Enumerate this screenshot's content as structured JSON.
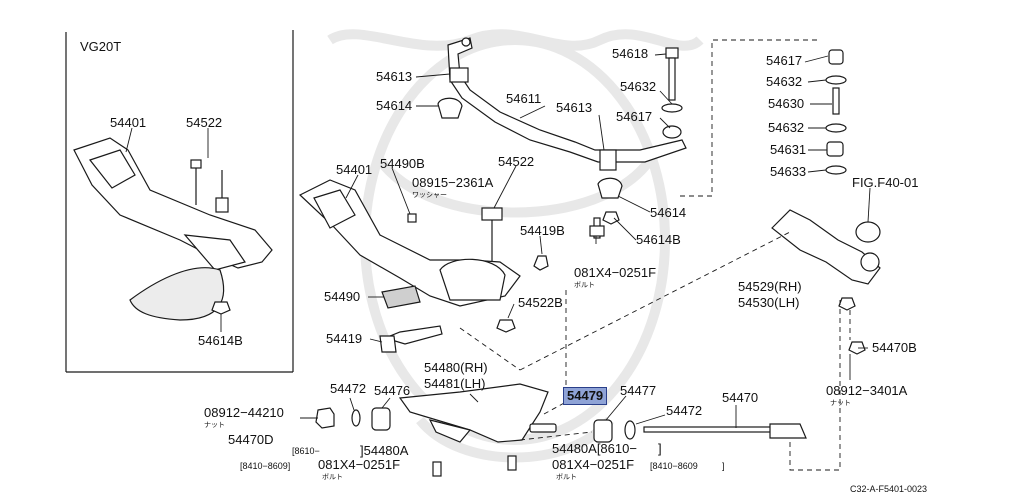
{
  "inset": {
    "title": "VG20T",
    "labels": [
      "54401",
      "54522",
      "54614B"
    ]
  },
  "parts": {
    "p54613_a": "54613",
    "p54614_a": "54614",
    "p54611": "54611",
    "p54613_b": "54613",
    "p54618": "54618",
    "p54632_a": "54632",
    "p54617_a": "54617",
    "p54617_b": "54617",
    "p54632_b": "54632",
    "p54630": "54630",
    "p54632_c": "54632",
    "p54631": "54631",
    "p54633": "54633",
    "fig_ref": "FIG.F40-01",
    "p54401": "54401",
    "p54490B": "54490B",
    "p08915": "08915−2361A",
    "p08915_sub": "ワッシャー",
    "p54522": "54522",
    "p54614_b": "54614",
    "p54614B": "54614B",
    "p54419B": "54419B",
    "p081X4_a": "081X4−0251F",
    "p081X4_a_sub": "ボルト",
    "p54529": "54529(RH)",
    "p54530": "54530(LH)",
    "p54490": "54490",
    "p54522B": "54522B",
    "p54419": "54419",
    "p54470B": "54470B",
    "p08912_a": "08912−3401A",
    "p08912_a_sub": "ナット",
    "p54480": "54480(RH)",
    "p54481": "54481(LH)",
    "p54472_a": "54472",
    "p54476": "54476",
    "p54479": "54479",
    "p54477": "54477",
    "p54472_b": "54472",
    "p54470": "54470",
    "p08912_b": "08912−44210",
    "p08912_b_sub": "ナット",
    "p54470D": "54470D",
    "p8610_a": "[8610−",
    "p54480A_a": "]54480A",
    "p8410_a": "[8410−8609]",
    "p081X4_b": "081X4−0251F",
    "p081X4_b_sub": "ボルト",
    "p54480A_b": "54480A[8610−",
    "p54480A_b_end": "]",
    "p081X4_c": "081X4−0251F",
    "p8410_c": "[8410−8609",
    "p8410_c_end": "]",
    "p081X4_c_sub": "ボルト",
    "diagram_code": "C32-A-F5401-0023"
  },
  "colors": {
    "line": "#1a1a1a",
    "highlight_fill": "#8fa3d6",
    "highlight_border": "#2a3f8a",
    "watermark": "#e6e6e6",
    "shadow_fill": "#d9d9d9"
  }
}
